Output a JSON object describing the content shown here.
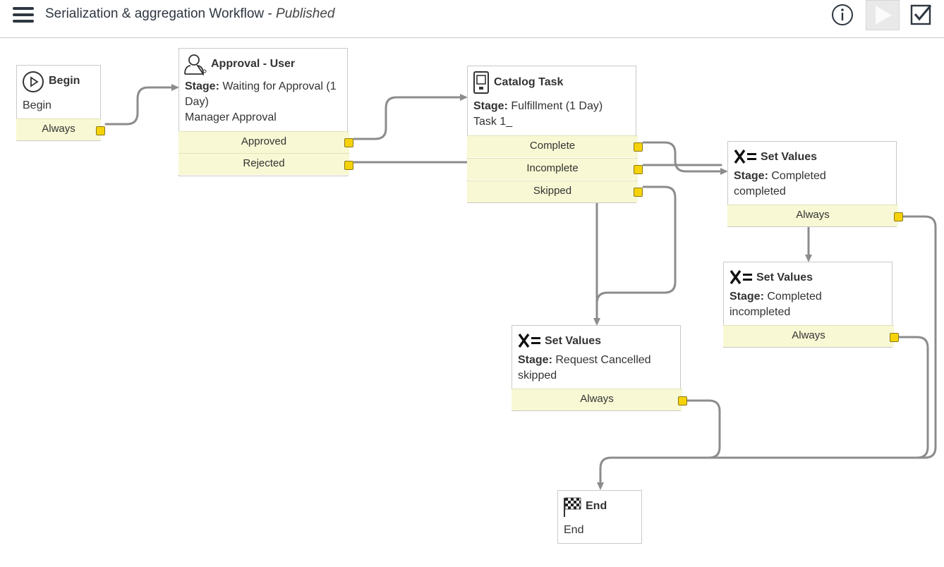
{
  "header": {
    "title": "Serialization & aggregation Workflow",
    "status": "Published",
    "separator": " - "
  },
  "nodes": {
    "begin": {
      "name": "Begin",
      "text": "Begin",
      "conditions": [
        "Always"
      ]
    },
    "approval": {
      "name": "Approval - User",
      "stage_label": "Stage:",
      "stage_value": "Waiting for Approval (1",
      "stage_value2": "Day)",
      "text": "Manager Approval",
      "conditions": [
        "Approved",
        "Rejected"
      ]
    },
    "catalog": {
      "name": "Catalog Task",
      "stage_label": "Stage:",
      "stage_value": "Fulfillment (1 Day)",
      "text": "Task 1_",
      "conditions": [
        "Complete",
        "Incomplete",
        "Skipped"
      ]
    },
    "set_completed": {
      "name": "Set Values",
      "stage_label": "Stage:",
      "stage_value": "Completed",
      "text": "completed",
      "conditions": [
        "Always"
      ]
    },
    "set_incompleted": {
      "name": "Set Values",
      "stage_label": "Stage:",
      "stage_value": "Completed",
      "text": "incompleted",
      "conditions": [
        "Always"
      ]
    },
    "set_cancelled": {
      "name": "Set Values",
      "stage_label": "Stage:",
      "stage_value": "Request Cancelled",
      "text": "skipped",
      "conditions": [
        "Always"
      ]
    },
    "end": {
      "name": "End",
      "text": "End"
    }
  },
  "icons": {
    "menu": "hamburger-icon",
    "info": "info-icon",
    "run": "play-icon",
    "validate": "checkbox-icon",
    "begin": "play-circle-icon",
    "approval": "user-icon",
    "catalog": "device-icon",
    "set_values": "x-equals-icon",
    "end": "checkered-flag-icon"
  },
  "colors": {
    "condition_bg": "#f8f8d4",
    "port": "#f5d20a",
    "edge": "#8c8c8c"
  }
}
